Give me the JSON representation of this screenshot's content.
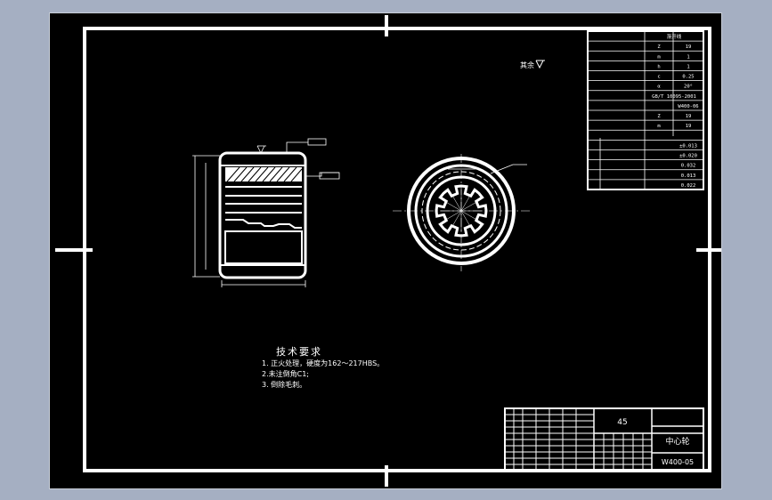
{
  "sheet": {
    "background": "#000000",
    "line_color": "#ffffff",
    "workspace_color": "#a5afc2"
  },
  "roughness_note": "其余",
  "tech_req": {
    "title": "技术要求",
    "items": [
      "1. 正火处理，硬度为162～217HBS。",
      "2.未注倒角C1;",
      "3. 倒除毛刺。"
    ]
  },
  "param_table": {
    "rows": [
      [
        "",
        "渐开线"
      ],
      [
        "",
        "Z",
        "19"
      ],
      [
        "",
        "m",
        "1"
      ],
      [
        "",
        "h",
        "1"
      ],
      [
        "",
        "c",
        "0.25"
      ],
      [
        "",
        "α",
        "20°"
      ],
      [
        "",
        "GB/T 10095-2001"
      ],
      [
        "",
        "",
        "W400-06"
      ],
      [
        "",
        "",
        "Z",
        "19"
      ],
      [
        "",
        "m",
        "19"
      ],
      [
        "",
        ""
      ],
      [
        "",
        "",
        "±0.013"
      ],
      [
        "",
        "",
        "±0.020"
      ],
      [
        "",
        "",
        "0.032"
      ],
      [
        "",
        "",
        "0.013"
      ],
      [
        "",
        "",
        "0.022"
      ]
    ]
  },
  "title_block": {
    "material": "45",
    "part_name": "中心轮",
    "drawing_no": "W400-05"
  }
}
